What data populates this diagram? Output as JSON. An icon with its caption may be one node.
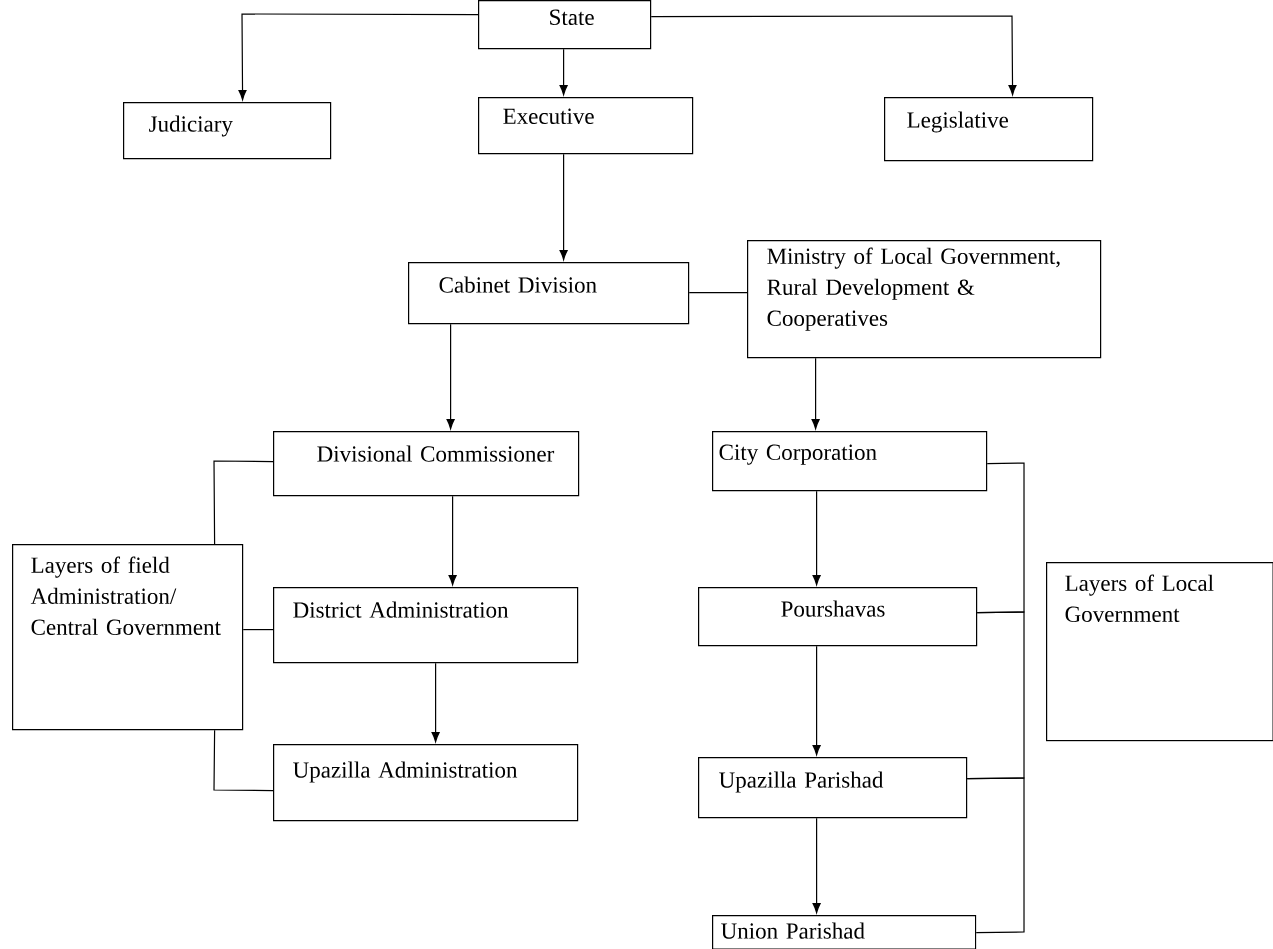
{
  "diagram": {
    "nodes": [
      {
        "text": [
          "State"
        ]
      },
      {
        "text": [
          "Judiciary"
        ]
      },
      {
        "text": [
          "Executive"
        ]
      },
      {
        "text": [
          "Legislative"
        ]
      },
      {
        "text": [
          "Cabinet Division"
        ]
      },
      {
        "text": [
          "Ministry of Local Government, Rural Development & Cooperatives"
        ]
      },
      {
        "text": [
          "Divisional Commissioner"
        ]
      },
      {
        "text": [
          "City Corporation"
        ]
      },
      {
        "text": [
          "Layers of field Administration/ Central Government"
        ]
      },
      {
        "text": [
          "District Administration"
        ]
      },
      {
        "text": [
          "Pourshavas"
        ]
      },
      {
        "text": [
          "Upazilla Administration"
        ]
      },
      {
        "text": [
          "Upazilla Parishad"
        ]
      },
      {
        "text": [
          "Union Parishad"
        ]
      },
      {
        "text": [
          "Layers of Local Government"
        ]
      }
    ],
    "edges": [
      {
        "from": 0,
        "to": 1,
        "arrow": "to"
      },
      {
        "from": 0,
        "to": 2,
        "arrow": "to"
      },
      {
        "from": 0,
        "to": 3,
        "arrow": "to"
      },
      {
        "from": 2,
        "to": 4,
        "arrow": "to"
      },
      {
        "from": 4,
        "to": 5,
        "arrow": "none"
      },
      {
        "from": 4,
        "to": 6,
        "arrow": "to"
      },
      {
        "from": 5,
        "to": 7,
        "arrow": "to"
      },
      {
        "from": 6,
        "to": 9,
        "arrow": "to"
      },
      {
        "from": 9,
        "to": 11,
        "arrow": "to"
      },
      {
        "from": 7,
        "to": 10,
        "arrow": "to"
      },
      {
        "from": 10,
        "to": 12,
        "arrow": "to"
      },
      {
        "from": 12,
        "to": 13,
        "arrow": "to"
      },
      {
        "from": 8,
        "to": 6,
        "arrow": "none"
      },
      {
        "from": 8,
        "to": 9,
        "arrow": "none"
      },
      {
        "from": 8,
        "to": 11,
        "arrow": "none"
      },
      {
        "from": 7,
        "to": 10,
        "arrow": "none"
      },
      {
        "from": 10,
        "to": 12,
        "arrow": "none"
      },
      {
        "from": 12,
        "to": 13,
        "arrow": "none"
      }
    ]
  }
}
